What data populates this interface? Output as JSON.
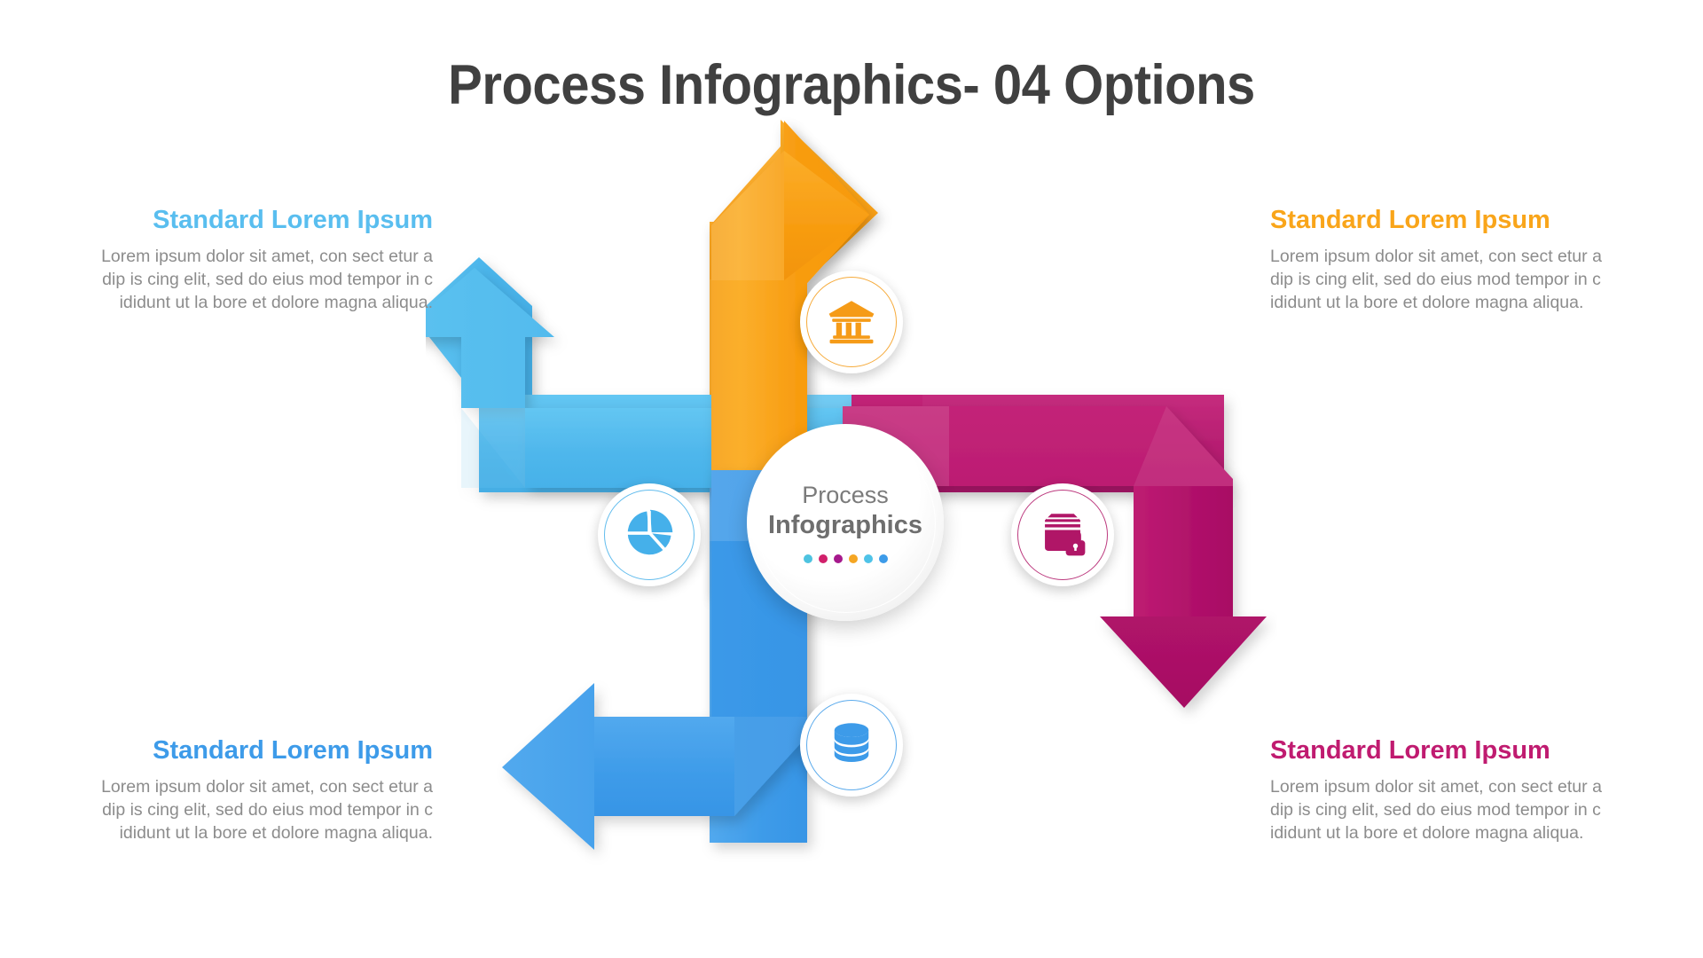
{
  "title": "Process Infographics- 04 Options",
  "center": {
    "line1": "Process",
    "line2": "Infographics",
    "dots": [
      "#4EC3E0",
      "#D1206B",
      "#A6198C",
      "#F5A623",
      "#4FC3E8",
      "#3D9BE9"
    ]
  },
  "body_text": "Lorem ipsum dolor sit  amet, con sect etur a dip  is cing elit,  sed do eius mod tempor in c ididunt ut la bore et dolore magna aliqua.",
  "blocks": [
    {
      "id": "top-left",
      "heading": "Standard Lorem Ipsum",
      "body": "Lorem ipsum dolor sit  amet, con sect etur a dip  is cing elit,  sed do eius mod tempor in c ididunt ut la bore et dolore magna aliqua.",
      "color": "#59BEEF",
      "icon": "pie-chart-icon"
    },
    {
      "id": "top-right",
      "heading": "Standard Lorem Ipsum",
      "body": "Lorem ipsum dolor sit  amet, con sect etur a dip  is cing elit,  sed do eius mod tempor in c ididunt ut la bore et dolore magna aliqua.",
      "color": "#F9A51A",
      "icon": "bank-building-icon"
    },
    {
      "id": "bottom-left",
      "heading": "Standard Lorem Ipsum",
      "body": "Lorem ipsum dolor sit  amet, con sect etur a dip  is cing elit,  sed do eius mod tempor in c ididunt ut la bore et dolore magna aliqua.",
      "color": "#3D9BE9",
      "icon": "database-icon"
    },
    {
      "id": "bottom-right",
      "heading": "Standard Lorem Ipsum",
      "body": "Lorem ipsum dolor sit  amet, con sect etur a dip  is cing elit,  sed do eius mod tempor in c ididunt ut la bore et dolore magna aliqua.",
      "color": "#C01B70",
      "icon": "locked-box-icon"
    }
  ],
  "arrows": [
    {
      "id": "arrow-up-right",
      "color": "#F9A51A",
      "direction": "up-then-right"
    },
    {
      "id": "arrow-left-up",
      "color": "#59BEEF",
      "direction": "left-then-up"
    },
    {
      "id": "arrow-right-down",
      "color": "#C01B70",
      "direction": "right-then-down"
    },
    {
      "id": "arrow-down-left",
      "color": "#3D9BE9",
      "direction": "down-then-left"
    }
  ],
  "body_color": "#8c8c8c",
  "title_color": "#404040",
  "background": "#ffffff"
}
